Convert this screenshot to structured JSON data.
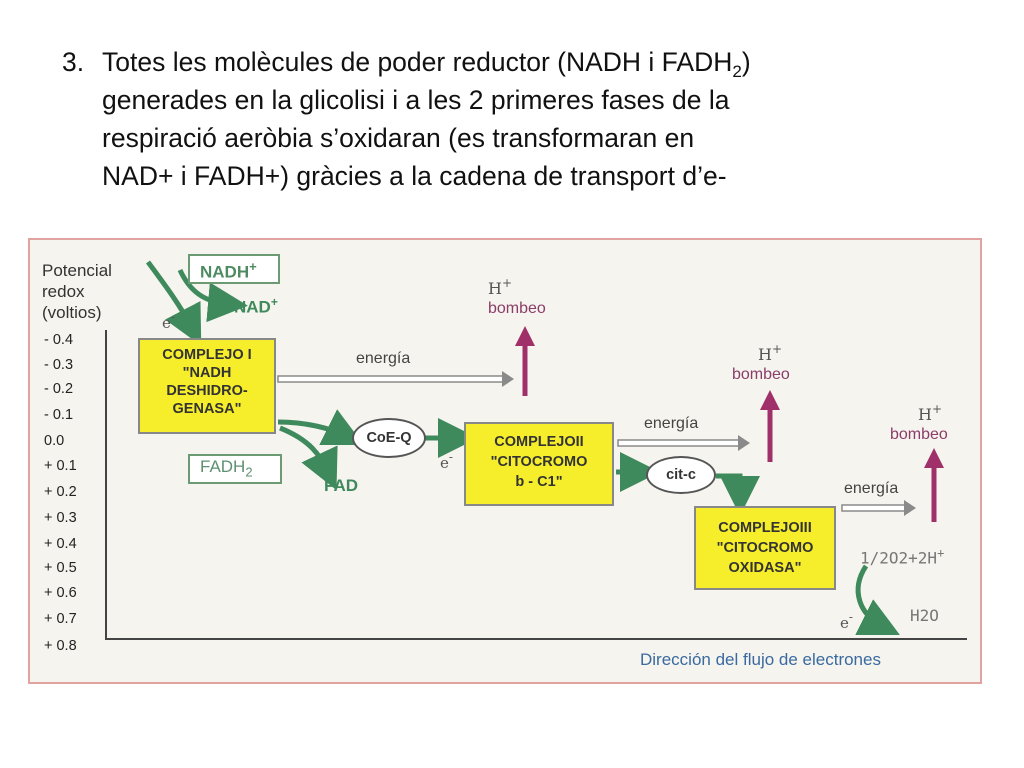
{
  "heading": {
    "number": "3.",
    "line1_pre": "Totes les molècules de poder reductor (NADH i FADH",
    "line1_sub": "2",
    "line1_post": ")",
    "line2": "generades en la glicolisi i a les 2 primeres fases de la",
    "line3": "respiració aeròbia s’oxidaran (es transformaran en",
    "line4": "NAD+ i FADH+) gràcies a la cadena de transport d’e-"
  },
  "diagram": {
    "y_axis_label": [
      "Potencial",
      "redox",
      "(voltios)"
    ],
    "y_ticks": [
      "- 0.4",
      "- 0.3",
      "- 0.2",
      "- 0.1",
      "0.0",
      "+ 0.1",
      "+ 0.2",
      "+ 0.3",
      "+ 0.4",
      "+ 0.5",
      "+ 0.6",
      "+ 0.7",
      "+ 0.8"
    ],
    "x_axis_label": "Dirección del flujo de electrones",
    "complex1": [
      "COMPLEJO I",
      "\"NADH",
      "DESHIDRO-",
      "GENASA\""
    ],
    "complex2": [
      "COMPLEJOII",
      "\"CITOCROMO",
      "b - C1\""
    ],
    "complex3": [
      "COMPLEJOIII",
      "\"CITOCROMO",
      "OXIDASA\""
    ],
    "nadh_box": "NADH",
    "nadh_box_sup": "+",
    "nad_label": "NAD",
    "nad_sup": "+",
    "fadh_box": "FADH",
    "fadh_box_sub": "2",
    "fad_label": "FAD",
    "coeq": "CoE-Q",
    "citc": "cit-c",
    "energy": "energía",
    "hplus": "H",
    "hplus_sup": "+",
    "bombeo": "bombeo",
    "e_minus": "e",
    "e_minus_sup": "-",
    "oxygen_formula": "1/2O2+2H",
    "oxygen_sup": "+",
    "water": "H2O",
    "colors": {
      "complex_fill": "#f6ee2a",
      "green_arrow": "#3f8a5c",
      "pump_arrow": "#a0306a",
      "energy_arrow": "#9a9a9a",
      "border": "#e0a3a0"
    }
  }
}
